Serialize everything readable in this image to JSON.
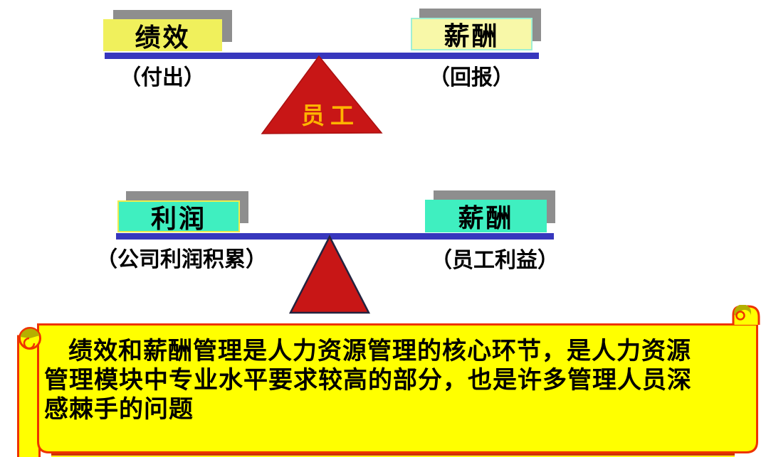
{
  "slide": {
    "top_balance": {
      "left_term": "绩效",
      "left_note": "（付出）",
      "right_term": "薪酬",
      "right_note": "（回报）",
      "fulcrum": "员工"
    },
    "bottom_balance": {
      "left_term": "利润",
      "left_note": "（公司利润积累）",
      "right_term": "薪酬",
      "right_note": "（员工利益）"
    },
    "note": {
      "line1": "绩效和薪酬管理是人力资源管理的核心环节，是人力资源",
      "line2": "管理模块中专业水平要求较高的部分，也是许多管理人员深",
      "line3": "感棘手的问题"
    }
  },
  "colors": {
    "term_box_yellow": "#F0F05C",
    "term_box_pale_yellow": "#F8F8A8",
    "term_box_pale_border_cyan": "#9FEFD4",
    "term_box_cyan": "#3FEFC0",
    "beam_blue": "#3737BD",
    "fulcrum_red": "#C81616",
    "fulcrum_label_gold": "#FFB400",
    "note_fill_yellow": "#FFFF00",
    "note_border_red": "#EE3300",
    "note_curl_olive": "#B5AF00",
    "shadow_gray": "#8E8E8E",
    "text_black": "#000000"
  }
}
